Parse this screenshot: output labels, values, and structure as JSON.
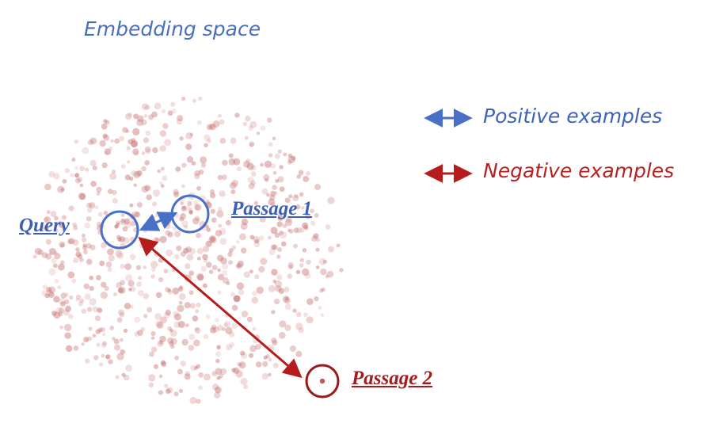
{
  "title": "Embedding space",
  "legend": {
    "positive_label": "Positive examples",
    "negative_label": "Negative examples"
  },
  "nodes": {
    "query": "Query",
    "passage_1": "Passage 1",
    "passage_2": "Passage 2"
  },
  "colors": {
    "positive": "#4a6fc7",
    "negative": "#b71c1c",
    "points": "#c87474",
    "title": "#4a6fba"
  }
}
